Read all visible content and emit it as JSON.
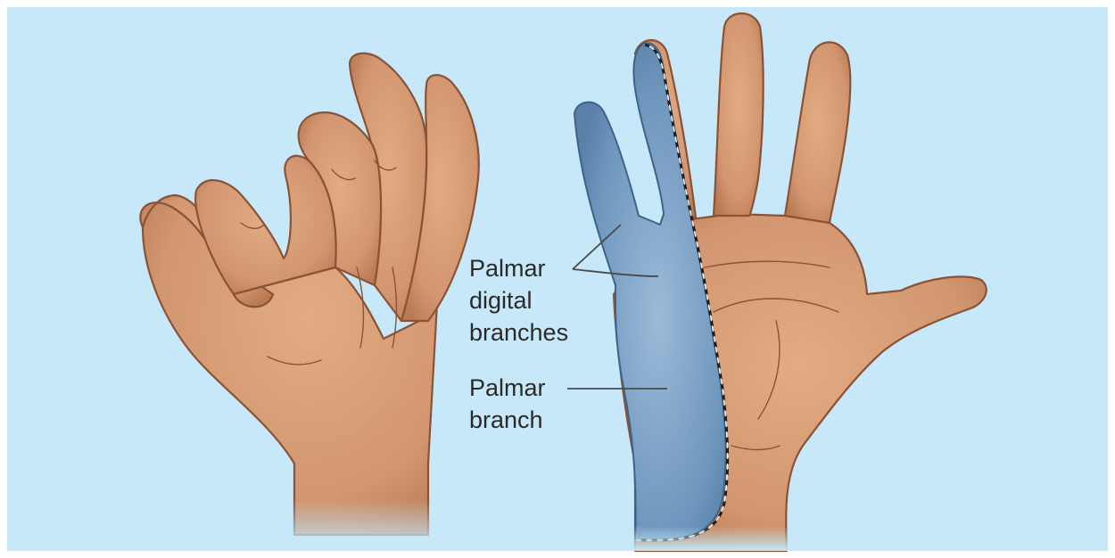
{
  "labels": {
    "palmar_digital": [
      "Palmar",
      "digital",
      "branches"
    ],
    "palmar_branch": [
      "Palmar",
      "branch"
    ]
  },
  "colors": {
    "background": "#c6e8f8",
    "skin": "#d49a6f",
    "skin_outline": "#8a5236",
    "nerve_area": "#6f96bd",
    "nerve_area_light": "#9bbad8",
    "leader_line": "#4a4a4a"
  }
}
